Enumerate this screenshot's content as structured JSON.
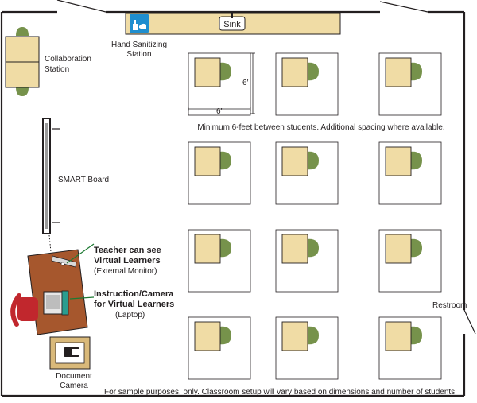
{
  "colors": {
    "desk": "#f0dca5",
    "chair": "#76924b",
    "teacher_desk": "#a6572d",
    "teacher_chair": "#c1272d",
    "counter": "#f0dca5",
    "sanitizer_blue": "#1f8ecf",
    "laptop_screen": "#2a9d8f",
    "leader_green": "#1e7a33",
    "wall": "#231f20"
  },
  "labels": {
    "sink": "Sink",
    "hand_sanitizing_line1": "Hand Sanitizing",
    "hand_sanitizing_line2": "Station",
    "collaboration_line1": "Collaboration",
    "collaboration_line2": "Station",
    "smart_board": "SMART Board",
    "teacher_see_line1": "Teacher can see",
    "teacher_see_line2": "Virtual Learners",
    "teacher_see_line3": "(External Monitor)",
    "instruction_line1": "Instruction/Camera",
    "instruction_line2": "for Virtual Learners",
    "instruction_line3": "(Laptop)",
    "document_camera_line1": "Document",
    "document_camera_line2": "Camera",
    "restroom": "Restroom",
    "spacing_note": "Minimum 6-feet between students. Additional spacing where available.",
    "footer_note": "For sample purposes, only. Classroom setup will vary based on dimensions and number of students.",
    "dim_vertical": "6′",
    "dim_horizontal": "6′"
  },
  "icons": {
    "sanitizer": "hand-sanitizer-icon",
    "document_camera": "document-camera-icon",
    "laptop": "laptop-icon",
    "monitor": "monitor-icon"
  }
}
